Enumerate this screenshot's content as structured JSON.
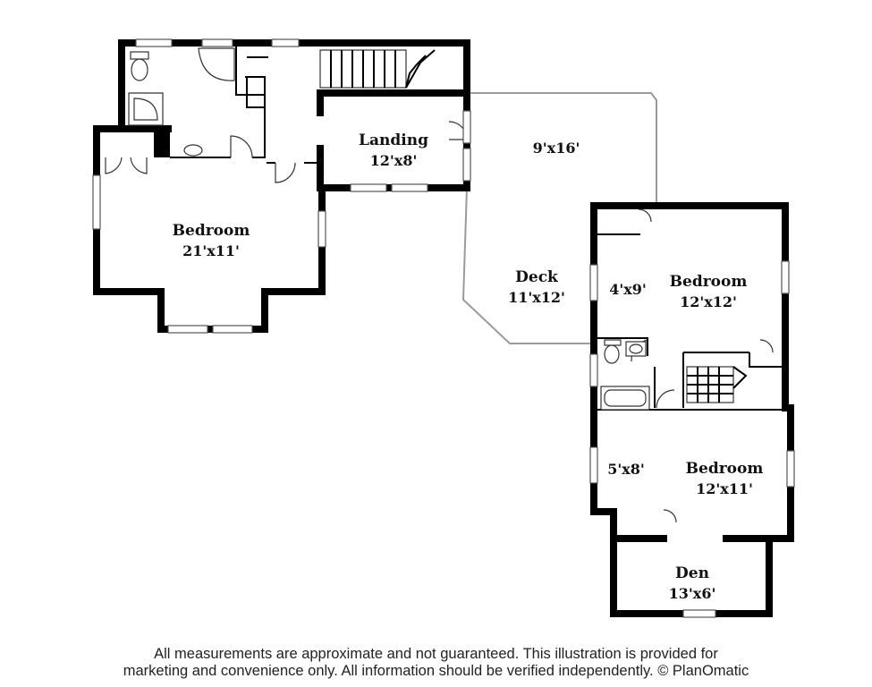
{
  "rooms": {
    "bedroom_main": {
      "name": "Bedroom",
      "size": "21'x11'"
    },
    "landing": {
      "name": "Landing",
      "size": "12'x8'"
    },
    "deck_upper": {
      "size": "9'x16'"
    },
    "deck": {
      "name": "Deck",
      "size": "11'x12'"
    },
    "closet_4x9": {
      "size": "4'x9'"
    },
    "bedroom_2": {
      "name": "Bedroom",
      "size": "12'x12'"
    },
    "closet_5x8": {
      "size": "5'x8'"
    },
    "bedroom_3": {
      "name": "Bedroom",
      "size": "12'x11'"
    },
    "den": {
      "name": "Den",
      "size": "13'x6'"
    }
  },
  "disclaimer": {
    "line1": "All measurements are approximate and not guaranteed. This illustration is provided for",
    "line2": "marketing and convenience only. All information should be verified independently. © PlanOmatic"
  }
}
